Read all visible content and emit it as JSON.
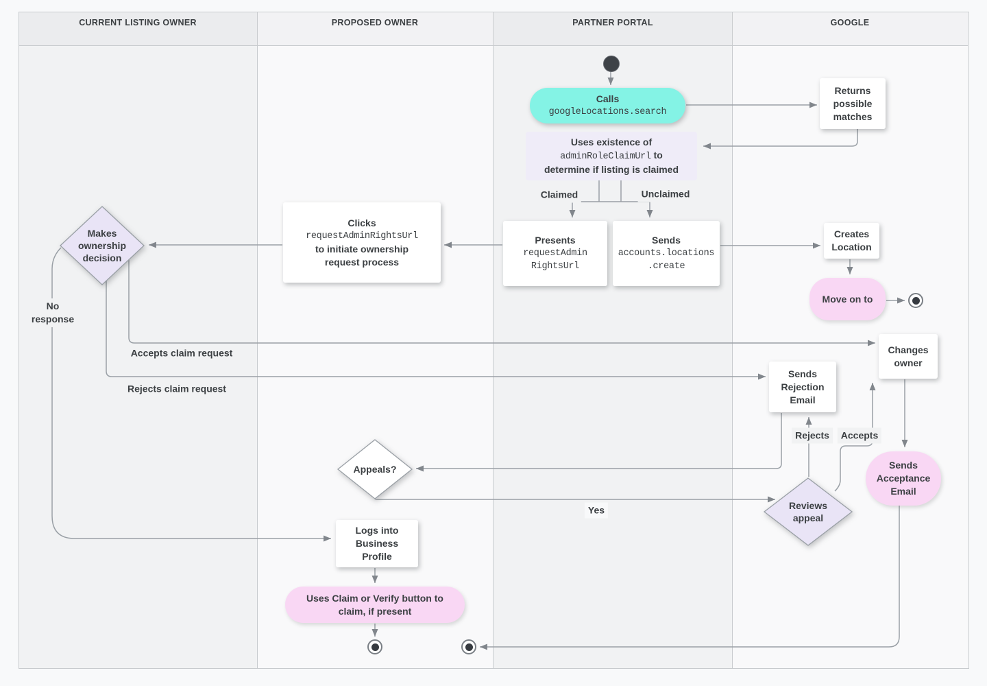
{
  "lanes": [
    {
      "title": "CURRENT LISTING OWNER"
    },
    {
      "title": "PROPOSED OWNER"
    },
    {
      "title": "PARTNER PORTAL"
    },
    {
      "title": "GOOGLE"
    }
  ],
  "nodes": {
    "calls": {
      "title": "Calls",
      "code": "googleLocations.search"
    },
    "returns": {
      "label": "Returns possible matches"
    },
    "uses": {
      "line1": "Uses existence of",
      "code": "adminRoleClaimUrl",
      "line2_suffix": " to",
      "line3": "determine if listing is claimed"
    },
    "presents": {
      "title": "Presents",
      "code1": "requestAdmin",
      "code2": "RightsUrl"
    },
    "sends_create": {
      "title": "Sends",
      "code1": "accounts.locations",
      "code2": ".create"
    },
    "creates_location": {
      "label": "Creates Location"
    },
    "move_on": {
      "label": "Move on to"
    },
    "clicks": {
      "title": "Clicks",
      "code": "requestAdminRightsUrl",
      "rest": "to initiate ownership request process"
    },
    "ownership_decision": {
      "label": "Makes ownership decision"
    },
    "sends_rejection": {
      "label": "Sends Rejection Email"
    },
    "changes_owner": {
      "label": "Changes owner"
    },
    "sends_acceptance": {
      "label": "Sends Acceptance Email"
    },
    "appeals": {
      "label": "Appeals?"
    },
    "reviews_appeal": {
      "label": "Reviews appeal"
    },
    "logs_in": {
      "label": "Logs into Business Profile"
    },
    "claim_verify": {
      "label": "Uses Claim or Verify button to claim, if present"
    }
  },
  "edge_labels": {
    "claimed": "Claimed",
    "unclaimed": "Unclaimed",
    "no_response": "No response",
    "accepts_claim": "Accepts claim request",
    "rejects_claim": "Rejects claim request",
    "rejects": "Rejects",
    "accepts": "Accepts",
    "yes": "Yes"
  },
  "colors": {
    "teal": "#84F3E5",
    "lavender_box": "#EFECF8",
    "lavender_diamond": "#E9E4F6",
    "pink": "#F9D7F4",
    "line": "#9AA0A6",
    "arrow": "#81868C",
    "text": "#3C4043",
    "lane_dark": "#F1F2F3",
    "lane_light": "#F9F9FA",
    "border": "#C8CBCE"
  }
}
